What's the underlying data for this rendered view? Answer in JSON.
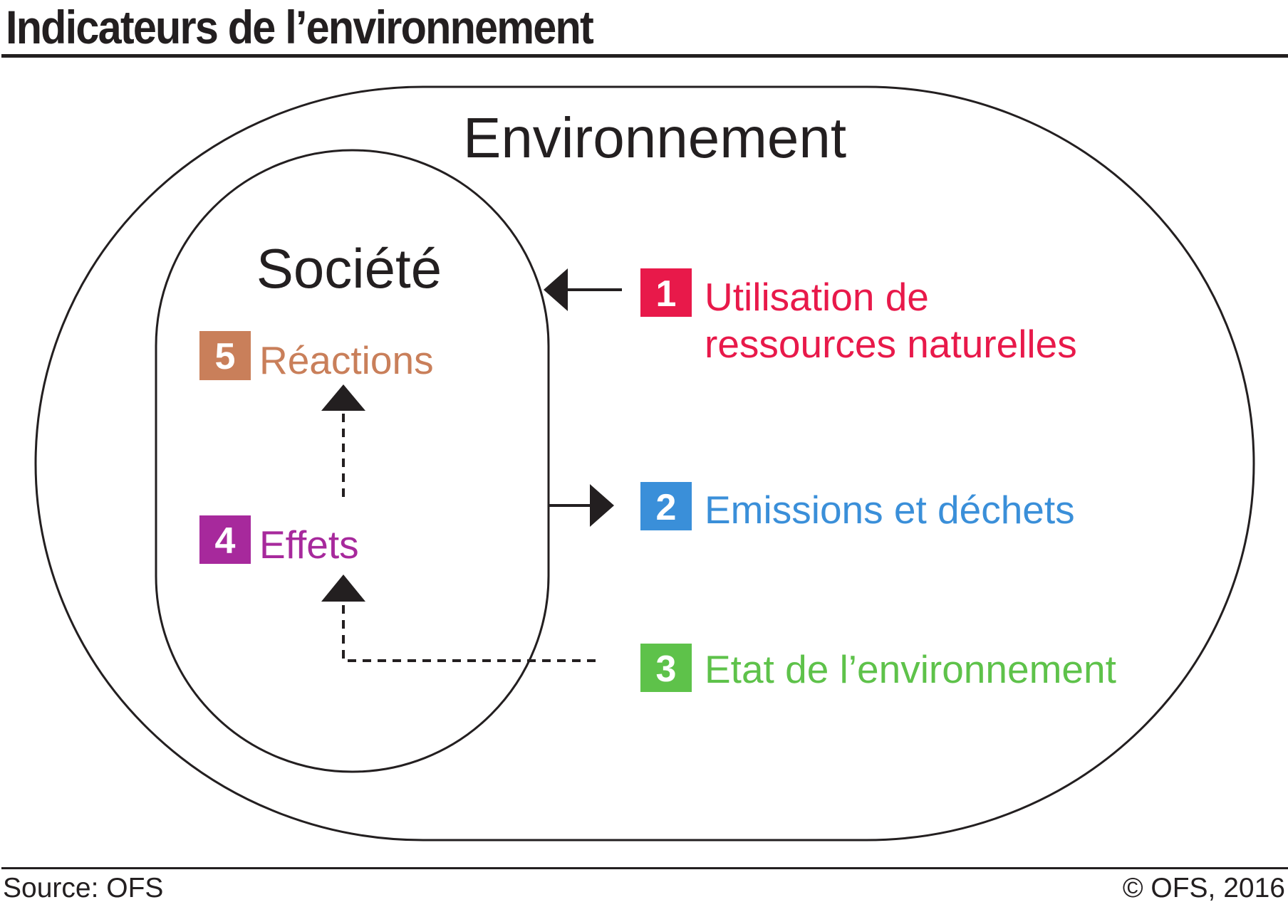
{
  "title": "Indicateurs de l’environnement",
  "diagram": {
    "outer_label": "Environnement",
    "inner_label": "Société",
    "items": [
      {
        "number": "1",
        "lines": [
          "Utilisation de",
          "ressources naturelles"
        ],
        "color": "#e8194a"
      },
      {
        "number": "2",
        "lines": [
          "Emissions et déchets"
        ],
        "color": "#3a8fd9"
      },
      {
        "number": "3",
        "lines": [
          "Etat de l’environnement"
        ],
        "color": "#5ec24a"
      },
      {
        "number": "4",
        "lines": [
          "Effets"
        ],
        "color": "#a7299c"
      },
      {
        "number": "5",
        "lines": [
          "Réactions"
        ],
        "color": "#c97f5a"
      }
    ]
  },
  "footer": {
    "source": "Source: OFS",
    "copyright": "© OFS, 2016"
  }
}
